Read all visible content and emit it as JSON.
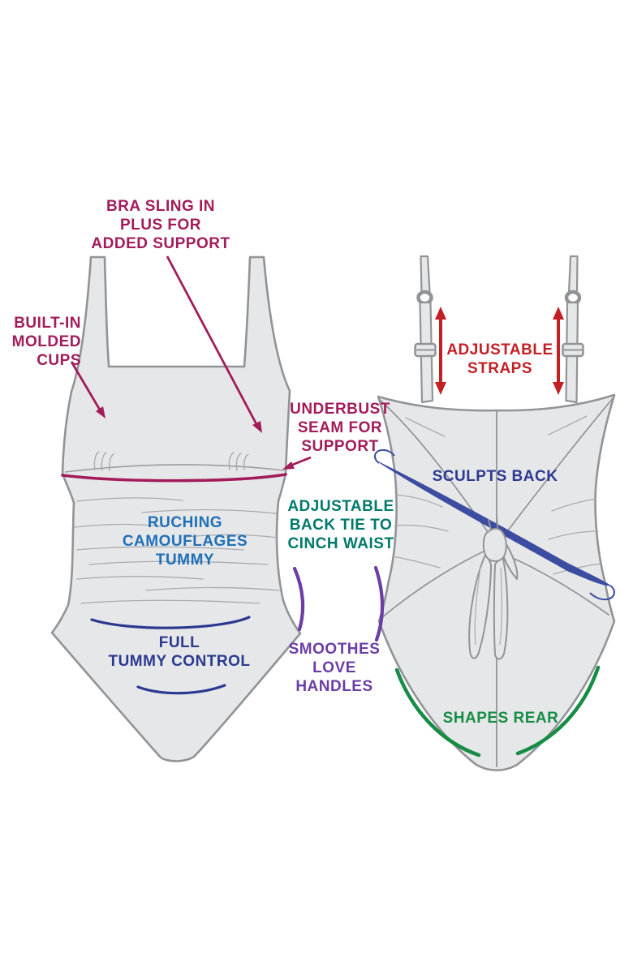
{
  "diagram": {
    "subject": "one-piece swimsuit feature callouts, front and back views"
  },
  "colors": {
    "magenta": "#A21C5B",
    "blue": "#1F70B8",
    "teal": "#00796B",
    "navy": "#2B3990",
    "purple": "#6B3EA5",
    "red": "#C32026",
    "green": "#168C45",
    "swoosh_indigo": "#3C4CA0",
    "suit_fill": "#E6E7E8",
    "suit_outline": "#919497",
    "wrinkle_gray": "#A9ABAE",
    "background": "#FFFFFF"
  },
  "labels": {
    "bra_sling": {
      "text": "BRA SLING IN\nPLUS FOR\nADDED SUPPORT",
      "color": "#A21C5B"
    },
    "molded_cups": {
      "text": "BUILT-IN\nMOLDED\nCUPS",
      "color": "#A21C5B"
    },
    "underbust_seam": {
      "text": "UNDERBUST\nSEAM FOR\nSUPPORT",
      "color": "#A21C5B"
    },
    "ruching": {
      "text": "RUCHING\nCAMOUFLAGES\nTUMMY",
      "color": "#1F70B8"
    },
    "back_tie": {
      "text": "ADJUSTABLE\nBACK TIE TO\nCINCH WAIST",
      "color": "#00796B"
    },
    "tummy_control": {
      "text": "FULL\nTUMMY CONTROL",
      "color": "#2B3990"
    },
    "love_handles": {
      "text": "SMOOTHES\nLOVE\nHANDLES",
      "color": "#6B3EA5"
    },
    "adjustable_straps": {
      "text": "ADJUSTABLE\nSTRAPS",
      "color": "#C32026"
    },
    "sculpts_back": {
      "text": "SCULPTS BACK",
      "color": "#2B3990"
    },
    "shapes_rear": {
      "text": "SHAPES REAR",
      "color": "#168C45"
    }
  }
}
